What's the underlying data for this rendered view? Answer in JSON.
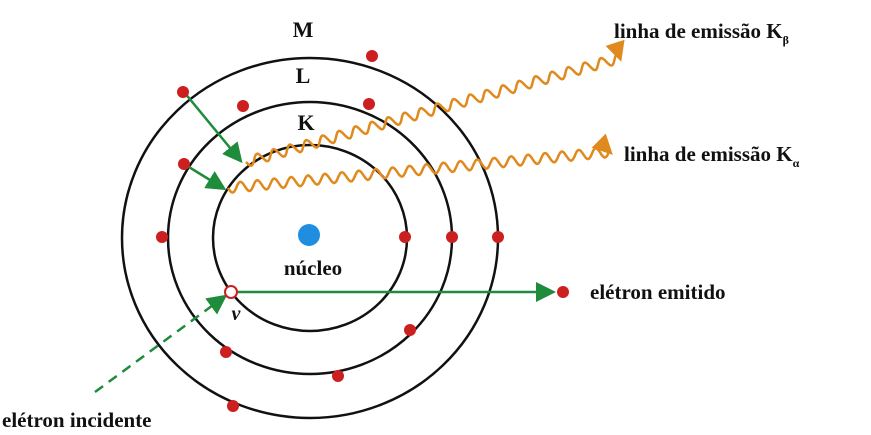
{
  "diagram": {
    "shells": {
      "m": "M",
      "l": "L",
      "k": "K"
    },
    "labels": {
      "nucleus": "núcleo",
      "vacancy": "v",
      "emitted_electron": "elétron emitido",
      "incident_electron": "elétron incidente",
      "k_beta_line": "linha de emissão K",
      "k_beta_sub": "β",
      "k_alpha_line": "linha de emissão K",
      "k_alpha_sub": "α"
    },
    "colors": {
      "orbit": "#111111",
      "electron": "#cc1f1f",
      "nucleus": "#1f8ee0",
      "transition_arrow": "#1e8c3a",
      "photon": "#e08a1e"
    }
  }
}
